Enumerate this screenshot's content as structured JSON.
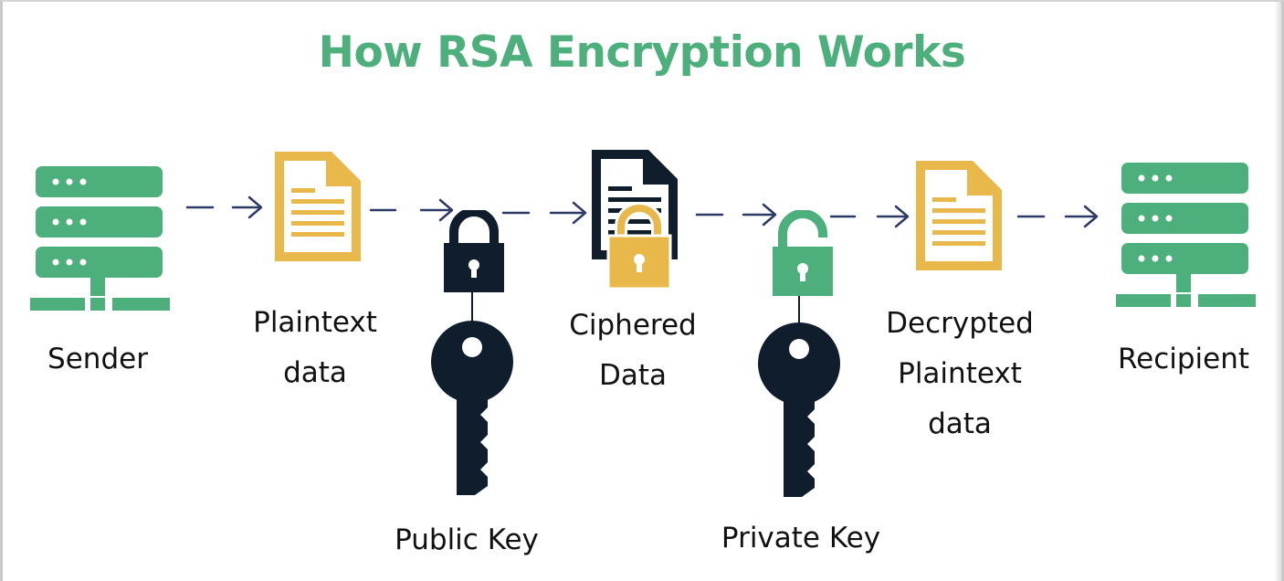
{
  "title": "How RSA Encryption Works",
  "nodes": {
    "sender": "Sender",
    "plaintext_line1": "Plaintext",
    "plaintext_line2": "data",
    "public_key": "Public Key",
    "ciphered_line1": "Ciphered",
    "ciphered_line2": "Data",
    "private_key": "Private Key",
    "decrypted_line1": "Decrypted",
    "decrypted_line2": "Plaintext",
    "decrypted_line3": "data",
    "recipient": "Recipient"
  },
  "icons": {
    "sender": "server-icon",
    "plaintext": "document-icon",
    "public_lock": "locked-padlock-icon",
    "public_key": "key-icon",
    "ciphered": "encrypted-document-icon",
    "private_lock": "unlocked-padlock-icon",
    "private_key": "key-icon",
    "decrypted": "document-icon",
    "recipient": "server-icon"
  },
  "colors": {
    "title": "#4daf7c",
    "server": "#4daf7c",
    "document": "#e8b84b",
    "dark": "#0f1d2c",
    "arrow": "#2e3a66"
  }
}
